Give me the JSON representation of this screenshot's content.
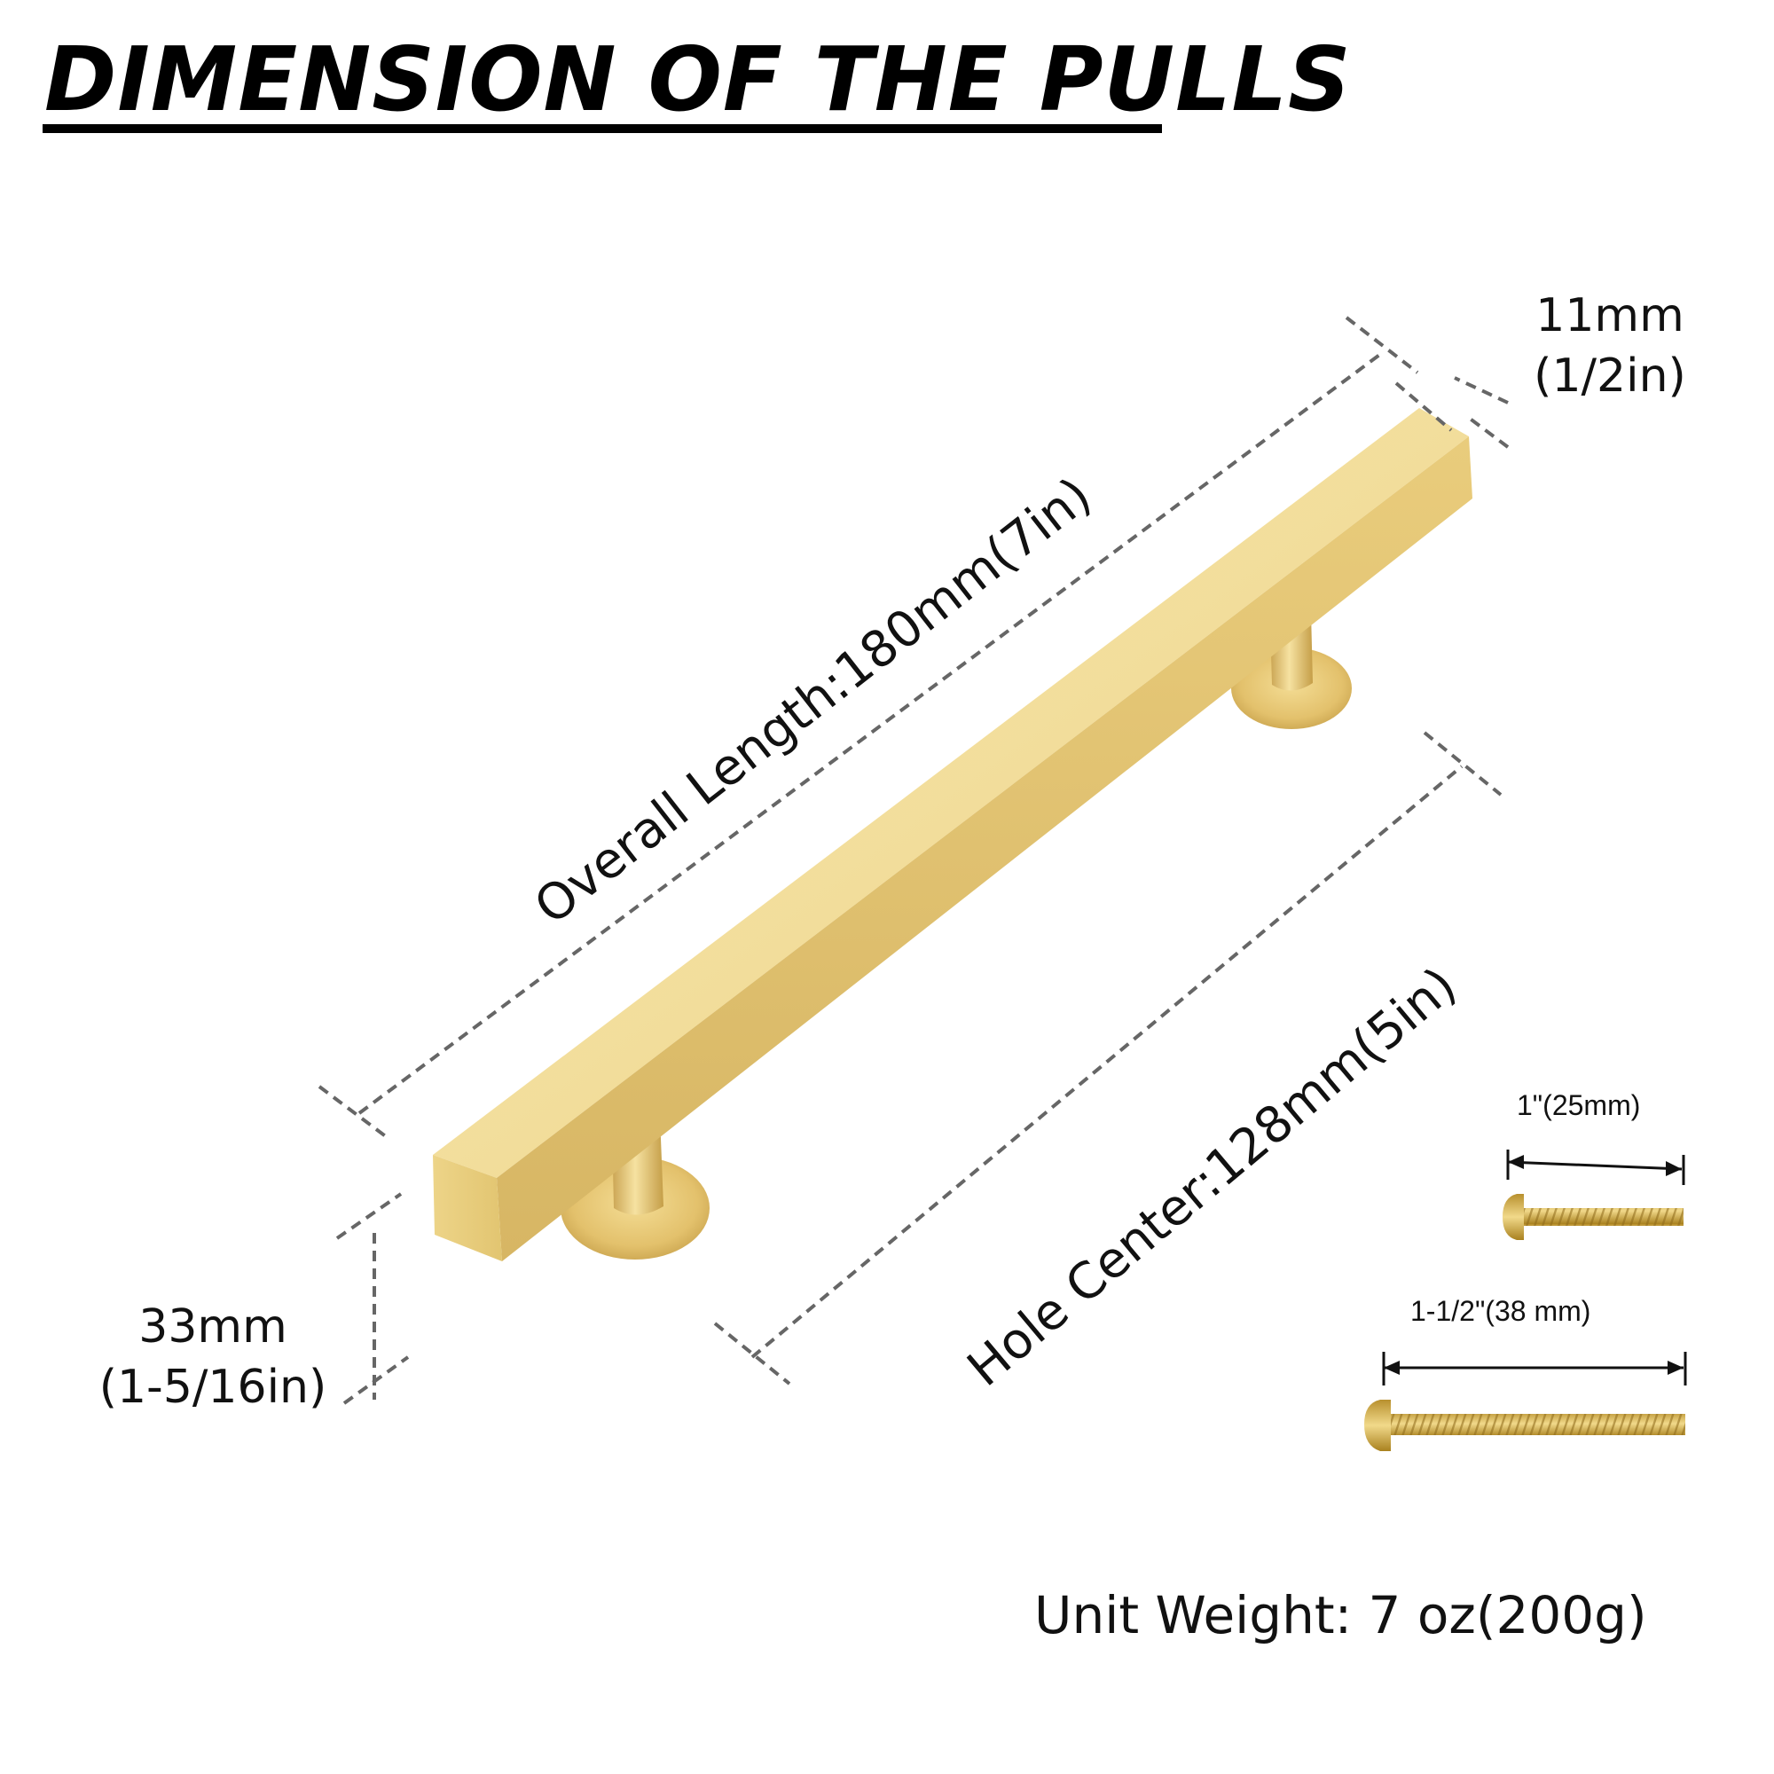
{
  "title": "DIMENSION OF THE PULLS",
  "dimensions": {
    "overall_length": "Overall Length:180mm(7in)",
    "hole_center": "Hole Center:128mm(5in)",
    "width_mm": "11mm",
    "width_in": "(1/2in)",
    "height_mm": "33mm",
    "height_in": "(1-5/16in)"
  },
  "screws": [
    {
      "label": "1\"(25mm)"
    },
    {
      "label": "1-1/2\"(38 mm)"
    }
  ],
  "unit_weight": "Unit Weight: 7 oz(200g)",
  "colors": {
    "brass_light": "#f3de9a",
    "brass_mid": "#e6c976",
    "brass_dark": "#c9a650",
    "dash": "#666666"
  }
}
